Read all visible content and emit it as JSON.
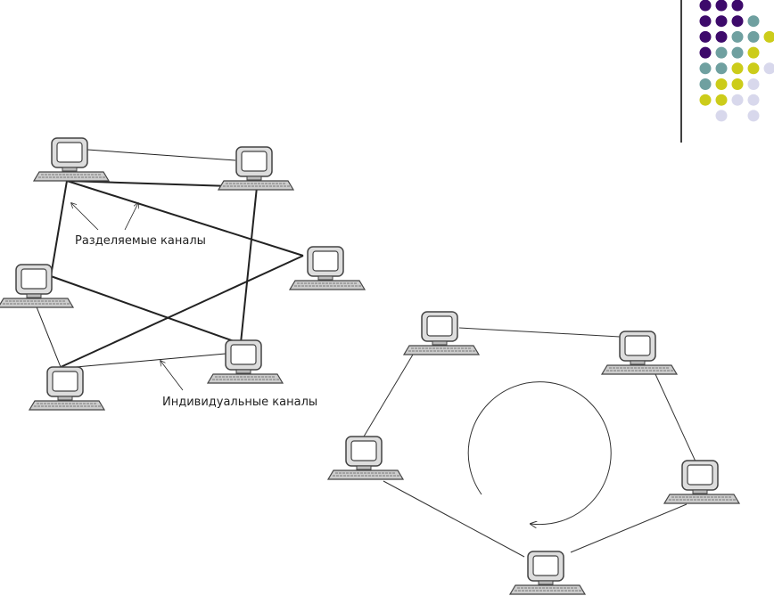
{
  "labels": {
    "shared_channels": "Разделяемые каналы",
    "individual_channels": "Индивидуальные каналы"
  },
  "colors": {
    "purple": "#3d0a6b",
    "teal": "#6fa0a0",
    "yellow": "#cccc1a",
    "lavender": "#d8d8ec"
  },
  "decor_dots": [
    [
      "P",
      "P",
      "P",
      "",
      ""
    ],
    [
      "P",
      "P",
      "P",
      "T",
      ""
    ],
    [
      "P",
      "P",
      "T",
      "T",
      "Y"
    ],
    [
      "P",
      "T",
      "T",
      "Y",
      ""
    ],
    [
      "T",
      "T",
      "Y",
      "Y",
      "L"
    ],
    [
      "T",
      "Y",
      "Y",
      "L",
      ""
    ],
    [
      "Y",
      "Y",
      "L",
      "L",
      ""
    ],
    [
      "",
      "L",
      "",
      "L",
      ""
    ]
  ]
}
